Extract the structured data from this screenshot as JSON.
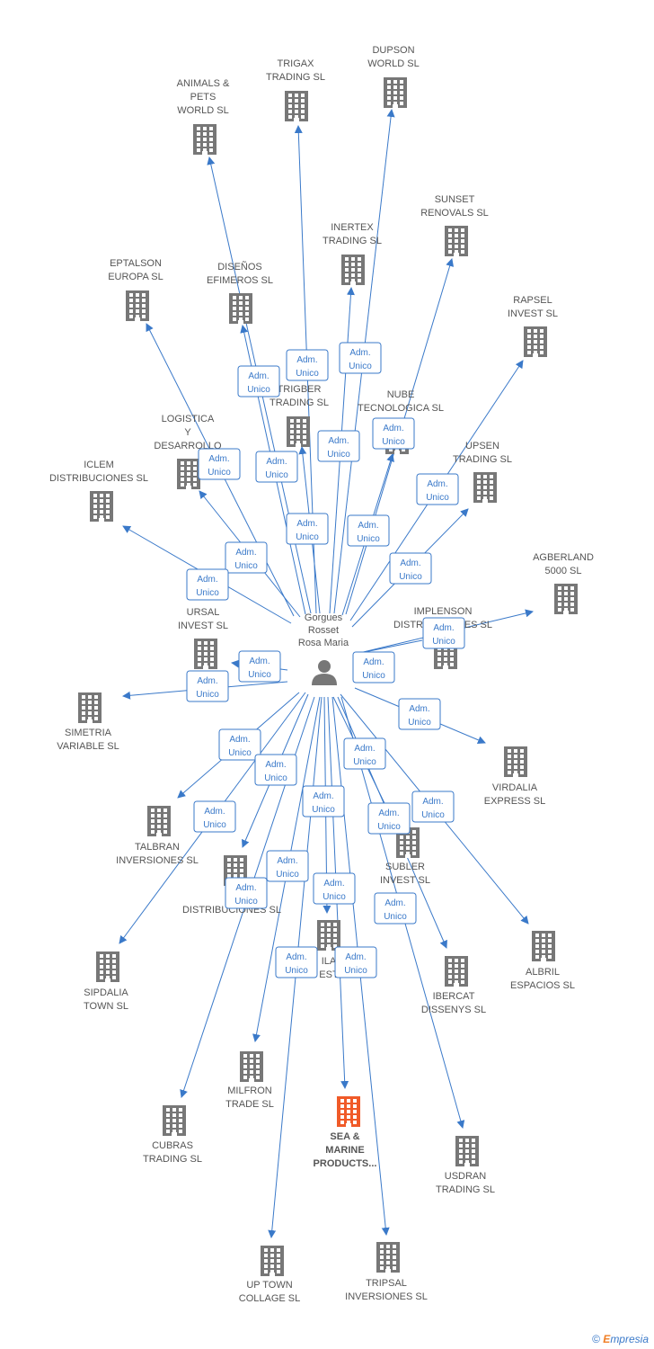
{
  "center": {
    "name_lines": [
      "Gorgues",
      "Rosset",
      "Rosa Maria"
    ],
    "icon": "person-icon"
  },
  "colors": {
    "edge": "#3a79c9",
    "node": "#777777",
    "highlight": "#f05a28",
    "badge_border": "#3a79c9"
  },
  "relationship_label": [
    "Adm.",
    "Unico"
  ],
  "companies": [
    {
      "id": "animals-pets-world",
      "lines": [
        "ANIMALS &",
        "PETS",
        "WORLD SL"
      ]
    },
    {
      "id": "trigax-trading",
      "lines": [
        "TRIGAX",
        "TRADING SL"
      ]
    },
    {
      "id": "dupson-world",
      "lines": [
        "DUPSON",
        "WORLD SL"
      ]
    },
    {
      "id": "sunset-renovals",
      "lines": [
        "SUNSET",
        "RENOVALS SL"
      ]
    },
    {
      "id": "inertex-trading",
      "lines": [
        "INERTEX",
        "TRADING SL"
      ]
    },
    {
      "id": "eptalson-europa",
      "lines": [
        "EPTALSON",
        "EUROPA SL"
      ]
    },
    {
      "id": "disenos-efimeros",
      "lines": [
        "DISEÑOS",
        "EFIMEROS SL"
      ]
    },
    {
      "id": "rapsel-invest",
      "lines": [
        "RAPSEL",
        "INVEST SL"
      ]
    },
    {
      "id": "trigber-trading",
      "lines": [
        "TRIGBER",
        "TRADING SL"
      ]
    },
    {
      "id": "nube-tecnologica",
      "lines": [
        "NUBE",
        "TECNOLOGICA SL"
      ]
    },
    {
      "id": "logistica-desarrollo",
      "lines": [
        "LOGISTICA",
        "Y",
        "DESARROLLO"
      ]
    },
    {
      "id": "iclem-distribuciones",
      "lines": [
        "ICLEM",
        "DISTRIBUCIONES SL"
      ]
    },
    {
      "id": "upsen-trading",
      "lines": [
        "UPSEN",
        "TRADING SL"
      ]
    },
    {
      "id": "agberland-5000",
      "lines": [
        "AGBERLAND",
        "5000 SL"
      ]
    },
    {
      "id": "implenson-distribuciones",
      "lines": [
        "IMPLENSON",
        "DISTRIBUCIONES SL"
      ]
    },
    {
      "id": "ursal-invest",
      "lines": [
        "URSAL",
        "INVEST SL"
      ]
    },
    {
      "id": "simetria-variable",
      "lines": [
        "SIMETRIA",
        "VARIABLE SL"
      ]
    },
    {
      "id": "virdalia-express",
      "lines": [
        "VIRDALIA",
        "EXPRESS SL"
      ]
    },
    {
      "id": "talbran-inversiones",
      "lines": [
        "TALBRAN",
        "INVERSIONES SL"
      ]
    },
    {
      "id": "subler-invest",
      "lines": [
        "SUBLER",
        "INVEST SL"
      ]
    },
    {
      "id": "er-distribuciones",
      "lines": [
        "ER",
        "DISTRIBUCIONES SL"
      ]
    },
    {
      "id": "albril-espacios",
      "lines": [
        "ALBRIL",
        "ESPACIOS SL"
      ]
    },
    {
      "id": "sipdalia-town",
      "lines": [
        "SIPDALIA",
        "TOWN SL"
      ]
    },
    {
      "id": "ila-invest",
      "lines": [
        "ILA",
        "EST"
      ]
    },
    {
      "id": "ibercat-dissenys",
      "lines": [
        "IBERCAT",
        "DISSENYS SL"
      ]
    },
    {
      "id": "milfron-trade",
      "lines": [
        "MILFRON",
        "TRADE SL"
      ]
    },
    {
      "id": "cubras-trading",
      "lines": [
        "CUBRAS",
        "TRADING SL"
      ]
    },
    {
      "id": "sea-marine-products",
      "lines": [
        "SEA &",
        "MARINE",
        "PRODUCTS..."
      ],
      "highlight": true
    },
    {
      "id": "usdran-trading",
      "lines": [
        "USDRAN",
        "TRADING SL"
      ]
    },
    {
      "id": "up-town-collage",
      "lines": [
        "UP TOWN",
        "COLLAGE SL"
      ]
    },
    {
      "id": "tripsal-inversiones",
      "lines": [
        "TRIPSAL",
        "INVERSIONES SL"
      ]
    }
  ],
  "footer": {
    "copyright": "©",
    "brand_initial": "E",
    "brand_rest": "mpresia"
  }
}
